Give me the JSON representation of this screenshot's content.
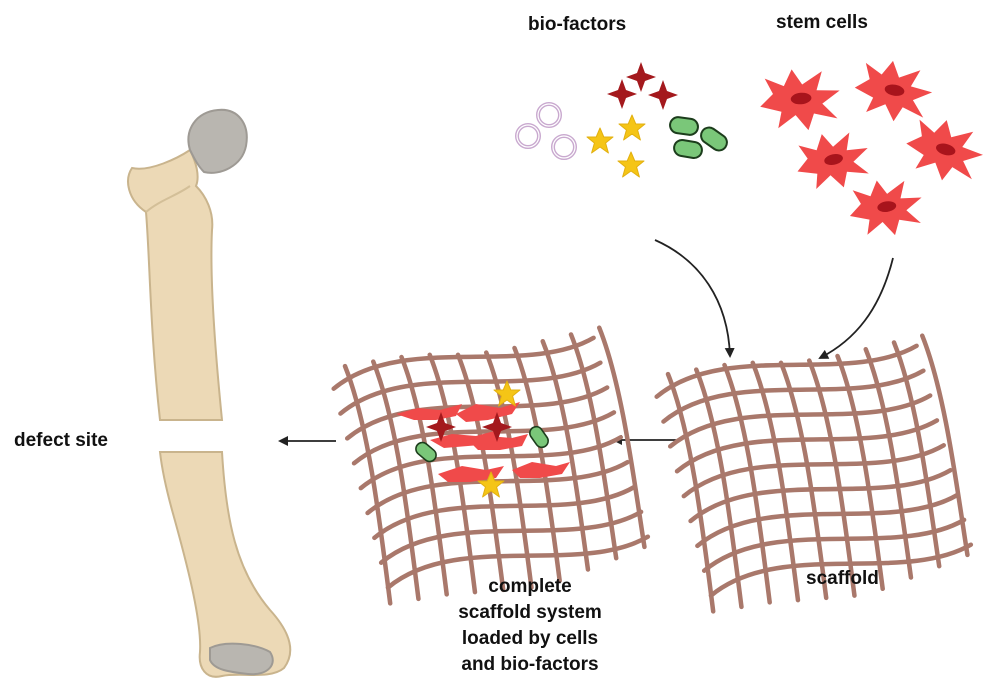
{
  "labels": {
    "bio_factors": "bio-factors",
    "stem_cells": "stem cells",
    "defect_site": "defect site",
    "scaffold": "scaffold",
    "complete_lines": [
      "complete",
      "scaffold system",
      "loaded by cells",
      "and bio-factors"
    ]
  },
  "colors": {
    "bone": "#ecd9b6",
    "bone_outline": "#c9b48d",
    "bone_head": "#b9b6b0",
    "scaffold": "#a9786b",
    "stem_cell": "#f04a4a",
    "nucleus": "#a8141c",
    "star_dark": "#a4191d",
    "star_yellow": "#f5c516",
    "capsule": "#7ac779",
    "ring": "#c9a9cf",
    "arrow": "#222222"
  },
  "icons": [
    "bone-icon",
    "scaffold-mesh-icon",
    "stem-cell-icon",
    "growth-factor-star-icon",
    "capsule-icon",
    "ring-icon",
    "arrow-icon"
  ]
}
